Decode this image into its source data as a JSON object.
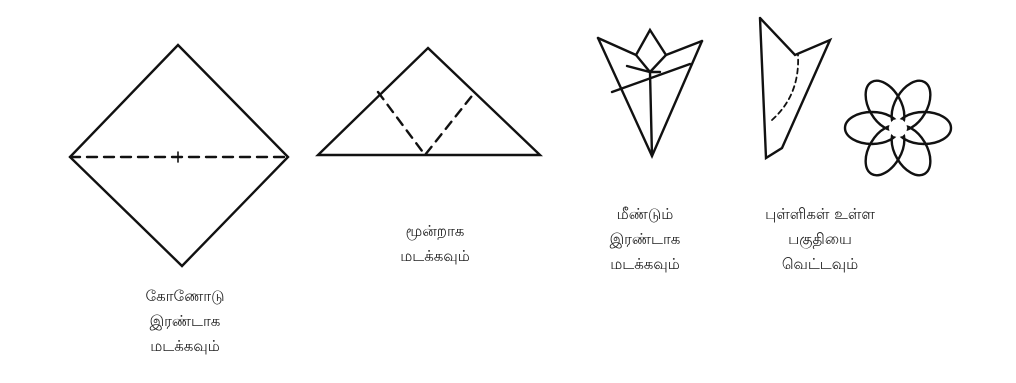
{
  "steps": [
    {
      "id": "step-1",
      "caption": [
        "கோணோடு",
        "இரண்டாக",
        "மடக்கவும்"
      ]
    },
    {
      "id": "step-2",
      "caption": [
        "மூன்றாக",
        "மடக்கவும்"
      ]
    },
    {
      "id": "step-3",
      "caption": [
        "மீண்டும்",
        "இரண்டாக",
        "மடக்கவும்"
      ]
    },
    {
      "id": "step-4",
      "caption": [
        "புள்ளிகள் உள்ள",
        "பகுதியை",
        "வெட்டவும்"
      ]
    }
  ],
  "colors": {
    "line": "#111111",
    "background": "#ffffff",
    "text": "#222222"
  }
}
